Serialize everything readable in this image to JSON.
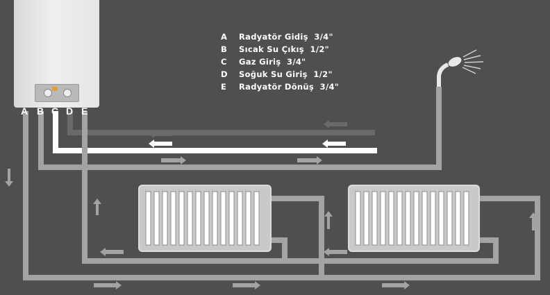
{
  "boiler": {
    "connection_labels": [
      "A",
      "B",
      "C",
      "D",
      "E"
    ]
  },
  "legend": [
    {
      "key": "A",
      "text": "Radyatör Gidiş  3/4\""
    },
    {
      "key": "B",
      "text": "Sıcak Su Çıkış  1/2\""
    },
    {
      "key": "C",
      "text": "Gaz Giriş  3/4\""
    },
    {
      "key": "D",
      "text": "Soğuk Su Giriş  1/2\""
    },
    {
      "key": "E",
      "text": "Radyatör Dönüş  3/4\""
    }
  ],
  "colors": {
    "background": "#4f4f4f",
    "pipe": "#a3a3a3",
    "gas_pipe": "#ffffff",
    "cold_pipe": "#6a6a6a",
    "radiator": "#c9c9c9"
  },
  "icons": [
    "shower-head-icon",
    "radiator-icon",
    "flow-arrow-icon"
  ]
}
